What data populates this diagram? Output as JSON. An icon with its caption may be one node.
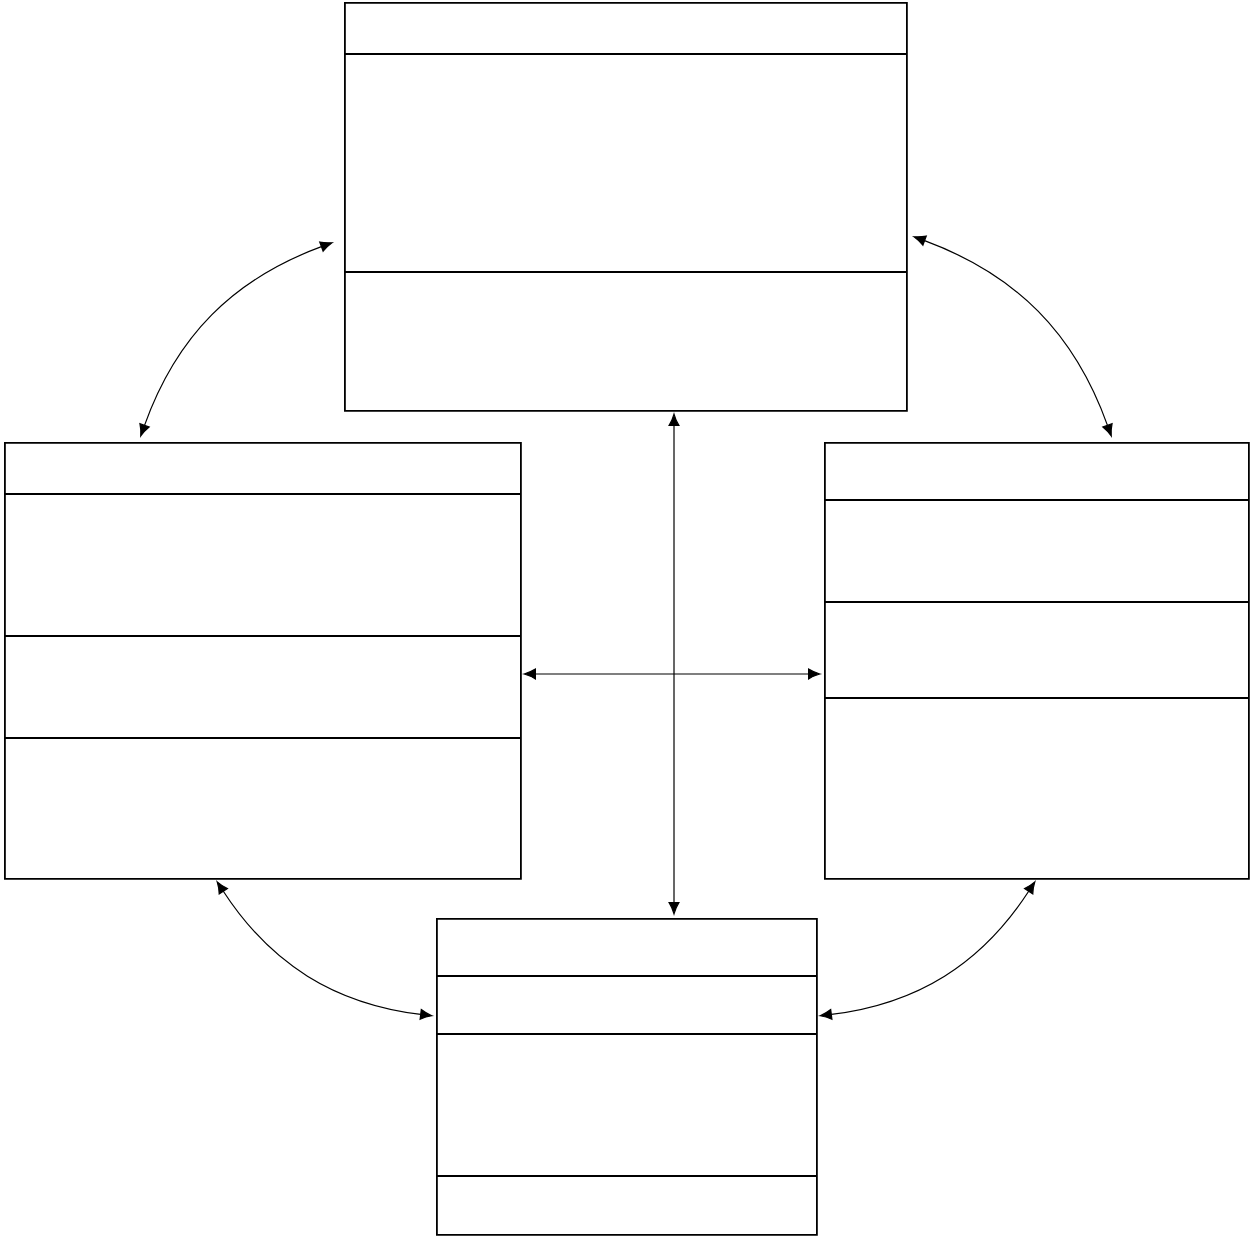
{
  "diagram": {
    "nodes": [
      {
        "text": [],
        "shape": "box"
      },
      {
        "text": [],
        "shape": "box"
      },
      {
        "text": [],
        "shape": "box"
      },
      {
        "text": [],
        "shape": "box"
      }
    ],
    "edges": [
      {
        "from": 0,
        "to": 1,
        "arrow": "both"
      },
      {
        "from": 0,
        "to": 2,
        "arrow": "both"
      },
      {
        "from": 1,
        "to": 3,
        "arrow": "both"
      },
      {
        "from": 2,
        "to": 3,
        "arrow": "both"
      },
      {
        "from": 0,
        "to": 3,
        "arrow": "both"
      },
      {
        "from": 1,
        "to": 2,
        "arrow": "both"
      }
    ]
  }
}
